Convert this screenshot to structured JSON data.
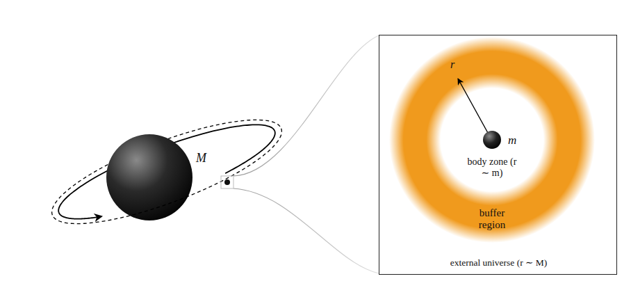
{
  "diagram": {
    "nodes": [
      {
        "text": [
          "external universe (r ∼ M)"
        ]
      },
      {
        "text": [
          "buffer region"
        ],
        "in": 0
      },
      {
        "text": [
          "body zone (r ∼ m)"
        ],
        "in": 1
      }
    ],
    "labels": [
      "M",
      "r",
      "m"
    ]
  }
}
